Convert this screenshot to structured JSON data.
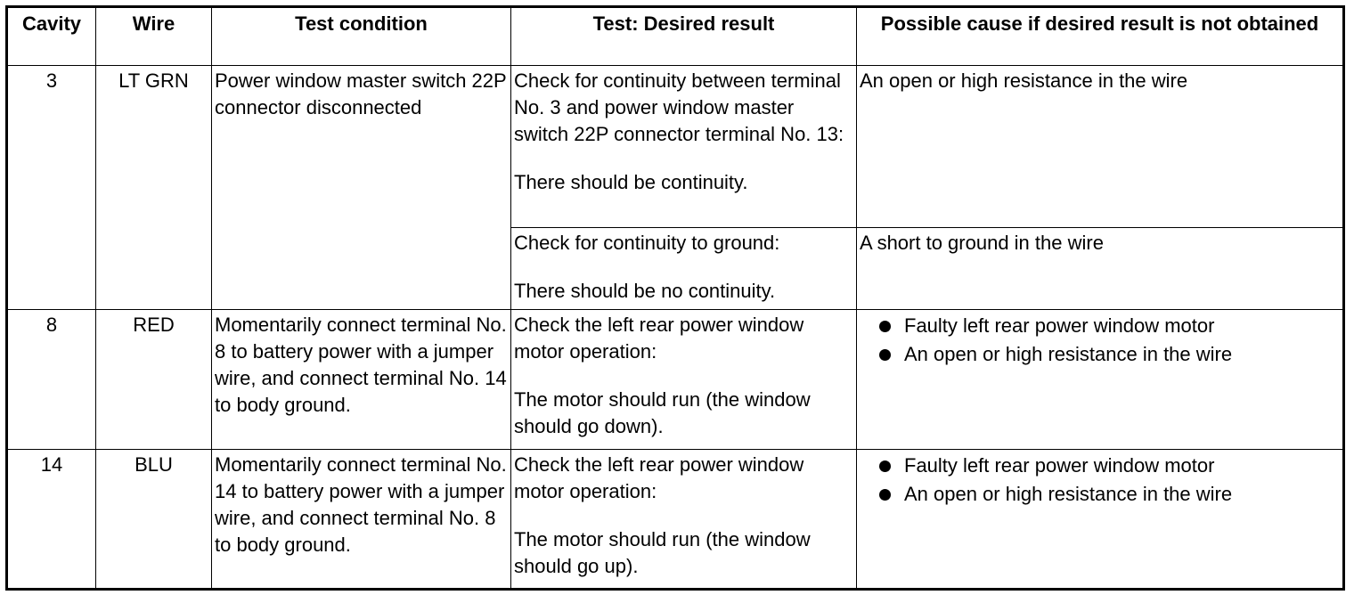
{
  "headers": [
    "Cavity",
    "Wire",
    "Test condition",
    "Test: Desired result",
    "Possible cause if desired result is not obtained"
  ],
  "rows": [
    {
      "cavity": "3",
      "wire": "LT GRN",
      "condition": "Power window master switch 22P connector disconnected",
      "tests": [
        {
          "check": "Check for continuity between terminal No. 3 and power window master switch 22P connector terminal No. 13:",
          "result": "There should be continuity.",
          "cause": "An open or high resistance in the wire"
        },
        {
          "check": "Check for continuity to ground:",
          "result": "There should be no continuity.",
          "cause": "A short to ground in the wire"
        }
      ]
    },
    {
      "cavity": "8",
      "wire": "RED",
      "condition": "Momentarily connect terminal No. 8 to battery power with a jumper wire, and connect terminal No. 14   to body ground.",
      "check": "Check the left rear power window motor operation:",
      "result": "The motor should run (the window should go down).",
      "causes": [
        "Faulty left rear power window motor",
        "An open or high resistance in the wire"
      ]
    },
    {
      "cavity": "14",
      "wire": "BLU",
      "condition": "Momentarily connect terminal No. 14 to battery power with a jumper wire, and connect terminal No. 8 to body ground.",
      "check": "Check the left rear power window motor operation:",
      "result": "The motor should run (the window should go up).",
      "causes": [
        "Faulty left rear power window motor",
        "An open or high resistance in the wire"
      ]
    }
  ]
}
